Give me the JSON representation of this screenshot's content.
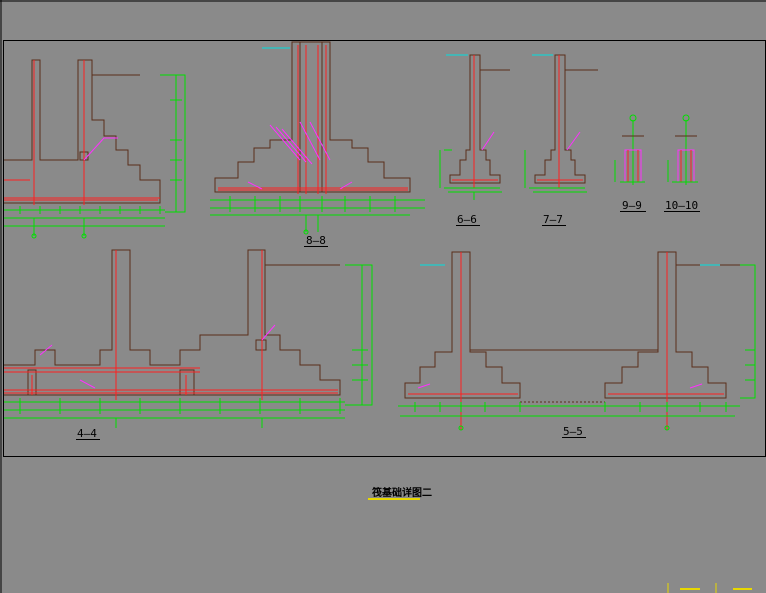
{
  "drawing": {
    "sheet_title": "筏基础详图二",
    "sections": {
      "s44": "4—4",
      "s55": "5—5",
      "s66": "6—6",
      "s77": "7—7",
      "s88": "8—8",
      "s99": "9—9",
      "s1010": "10—10"
    },
    "colors": {
      "background": "#8a8a8a",
      "concrete_outline": "#5a2e1a",
      "rebar": "#ff2020",
      "dimension": "#00e000",
      "leader": "#ff30ff",
      "annotation": "#00e0e0",
      "title_underline": "#e8d800"
    }
  }
}
